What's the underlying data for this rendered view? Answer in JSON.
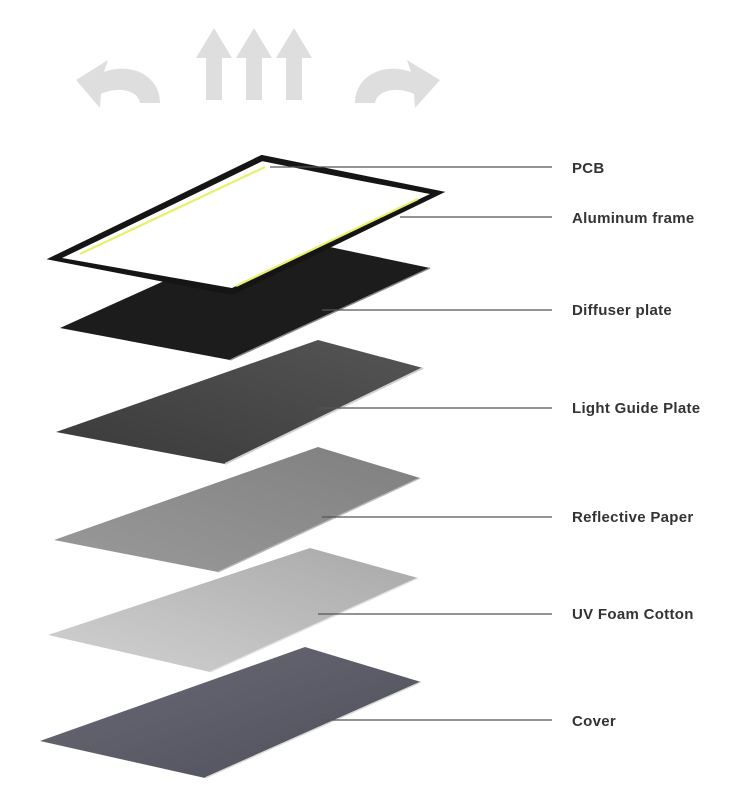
{
  "diagram": {
    "type": "exploded-layer-stack",
    "layers": [
      {
        "id": "pcb",
        "label": "PCB",
        "color": "#ffffff"
      },
      {
        "id": "aluminum-frame",
        "label": "Aluminum frame",
        "color": "#1a1a1a"
      },
      {
        "id": "diffuser-plate",
        "label": "Diffuser plate",
        "color": "#1e1e1e"
      },
      {
        "id": "light-guide-plate",
        "label": "Light Guide Plate",
        "color": "#4a4a4a"
      },
      {
        "id": "reflective-paper",
        "label": "Reflective Paper",
        "color": "#8e8e8e"
      },
      {
        "id": "uv-foam-cotton",
        "label": "UV Foam Cotton",
        "color": "#bdbdbd"
      },
      {
        "id": "cover",
        "label": "Cover",
        "color": "#5c5d68"
      }
    ],
    "led_strip_color": "#e8ef6a",
    "airflow_arrow_icons": [
      "curved-arrow-left-icon",
      "up-arrow-icon",
      "up-arrow-icon",
      "up-arrow-icon",
      "curved-arrow-right-icon"
    ],
    "arrow_color": "#dedede"
  }
}
